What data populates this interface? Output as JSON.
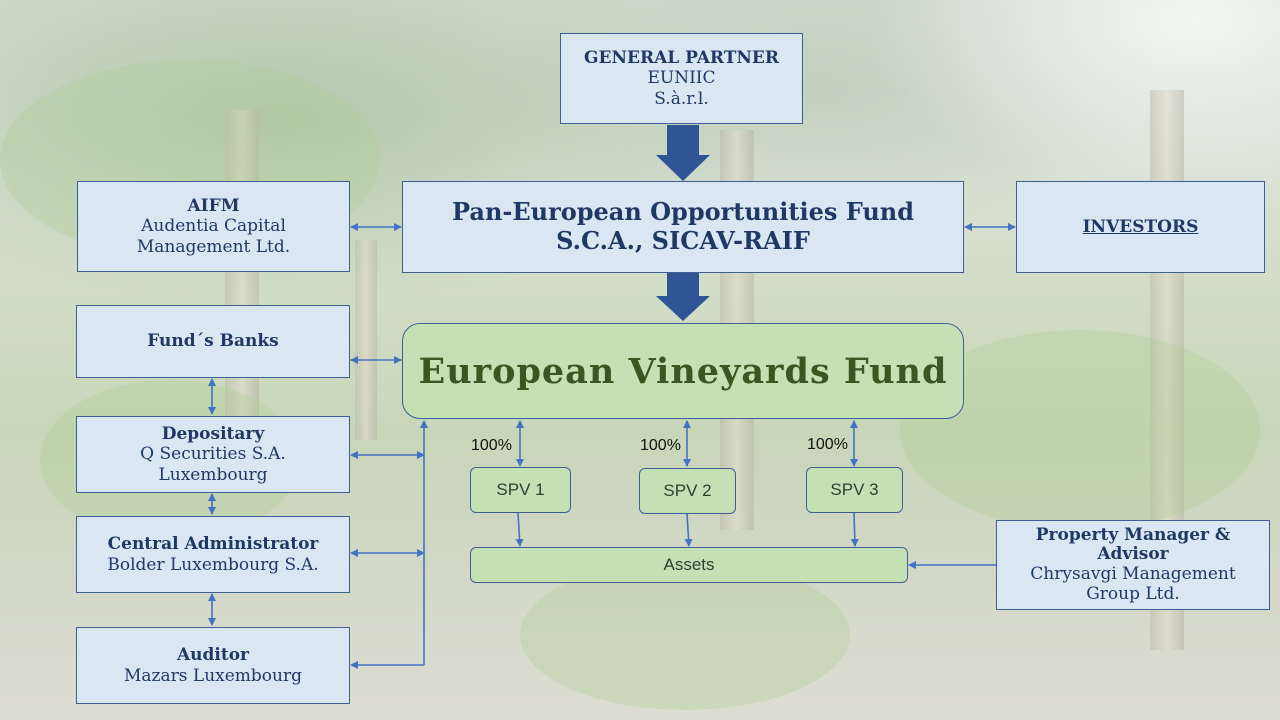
{
  "general_partner": {
    "title": "GENERAL PARTNER",
    "line1": "EUNIIC",
    "line2": "S.à.r.l."
  },
  "fund": {
    "line1": "Pan-European Opportunities Fund",
    "line2": "S.C.A., SICAV-RAIF"
  },
  "aifm": {
    "title": "AIFM",
    "line1": "Audentia Capital",
    "line2": "Management Ltd."
  },
  "investors": {
    "title": "INVESTORS"
  },
  "banks": {
    "title": "Fund´s Banks"
  },
  "depositary": {
    "title": "Depositary",
    "line1": "Q Securities S.A.",
    "line2": "Luxembourg"
  },
  "central_admin": {
    "title": "Central Administrator",
    "line1": "Bolder Luxembourg S.A."
  },
  "auditor": {
    "title": "Auditor",
    "line1": "Mazars Luxembourg"
  },
  "vineyards": {
    "title": "European Vineyards Fund"
  },
  "spvs": [
    {
      "label": "SPV 1",
      "pct": "100%"
    },
    {
      "label": "SPV 2",
      "pct": "100%"
    },
    {
      "label": "SPV 3",
      "pct": "100%"
    }
  ],
  "assets": {
    "label": "Assets"
  },
  "property_manager": {
    "title": "Property Manager &",
    "title2": "Advisor",
    "line1": "Chrysavgi Management",
    "line2": "Group Ltd."
  },
  "colors": {
    "box_fill": "#dbe6f3",
    "box_border": "#3f5f94",
    "text_navy": "#1f3864",
    "green_fill": "#c5e0b4",
    "green_text": "#385723",
    "arrow": "#2f5597",
    "line": "#4472c4"
  }
}
